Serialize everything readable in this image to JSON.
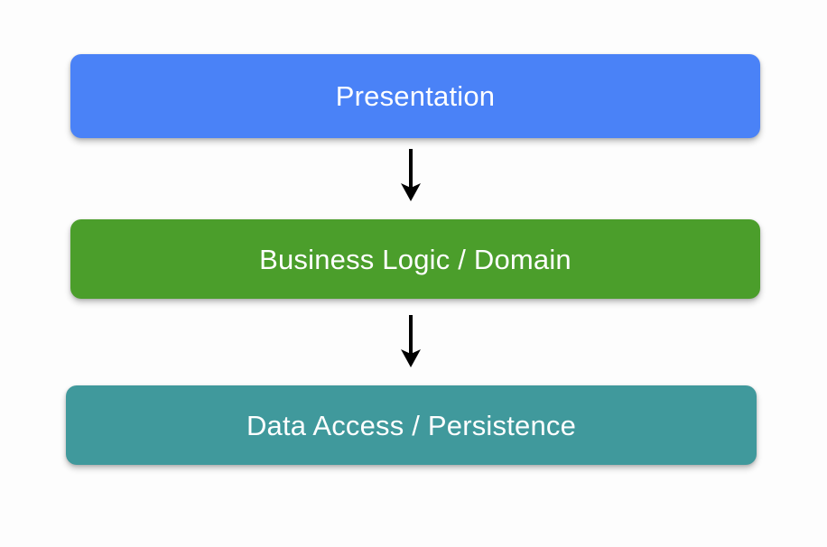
{
  "diagram": {
    "type": "layered-architecture-flow",
    "orientation": "top-to-bottom",
    "background_color": "#fdfdfd",
    "layers": [
      {
        "id": "presentation",
        "label": "Presentation",
        "color": "#4a82f7",
        "text_color": "#ffffff",
        "order": 1
      },
      {
        "id": "business-logic",
        "label": "Business Logic / Domain",
        "color": "#4b9e2b",
        "text_color": "#ffffff",
        "order": 2
      },
      {
        "id": "data-access",
        "label": "Data Access / Persistence",
        "color": "#40999c",
        "text_color": "#ffffff",
        "order": 3
      }
    ],
    "connectors": [
      {
        "id": "presentation-to-business",
        "from": "presentation",
        "to": "business-logic",
        "style": "solid-arrow-down",
        "color": "#000000",
        "label": ""
      },
      {
        "id": "business-to-data",
        "from": "business-logic",
        "to": "data-access",
        "style": "solid-arrow-down",
        "color": "#000000",
        "label": ""
      }
    ]
  }
}
